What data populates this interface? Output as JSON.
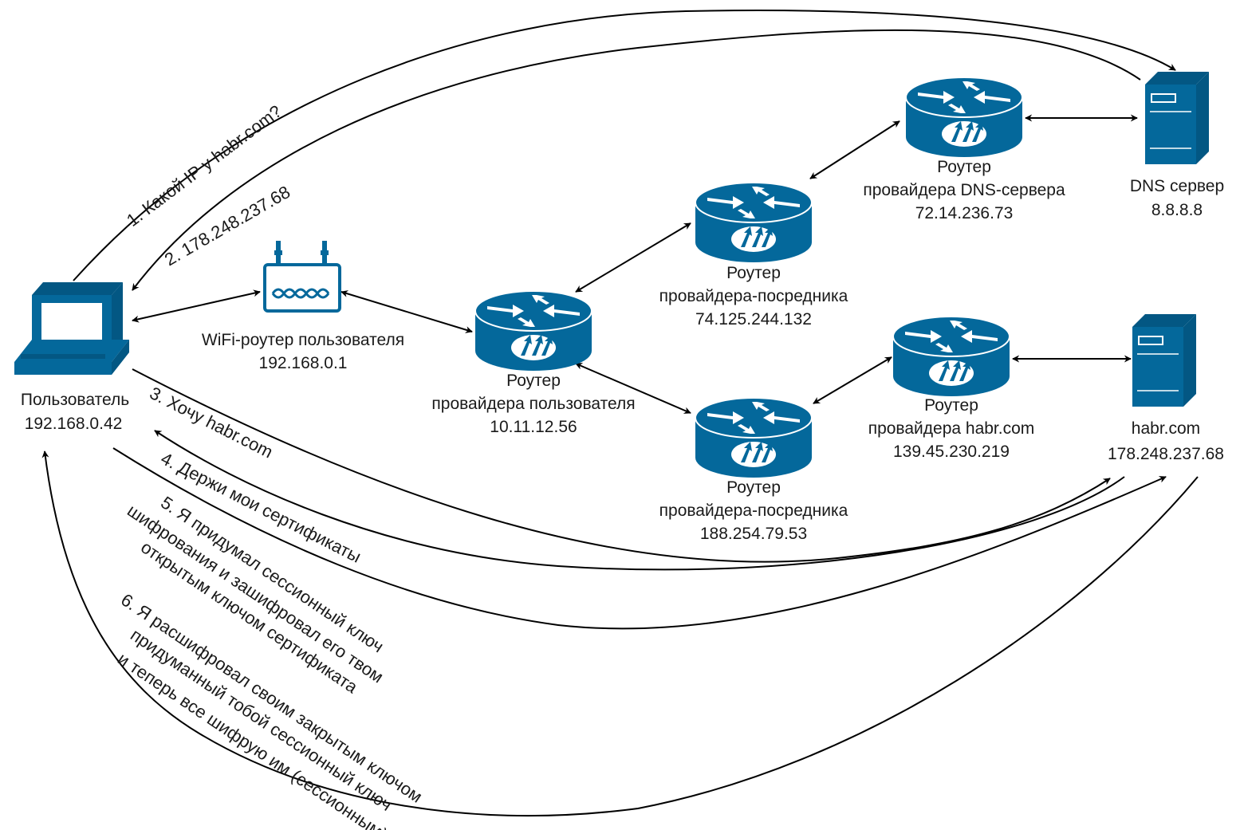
{
  "colors": {
    "device": "#04689b",
    "device_dark": "#035783",
    "line": "#000000",
    "text": "#1a1a1a"
  },
  "nodes": {
    "user": {
      "icon": "desktop-computer-icon",
      "name": "Пользователь",
      "ip": "192.168.0.42"
    },
    "wifi": {
      "icon": "wifi-router-icon",
      "name": "WiFi-роутер пользователя",
      "ip": "192.168.0.1"
    },
    "isp_user": {
      "icon": "router-icon",
      "line1": "Роутер",
      "line2": "провайдера пользователя",
      "ip": "10.11.12.56"
    },
    "transit1": {
      "icon": "router-icon",
      "line1": "Роутер",
      "line2": "провайдера-посредника",
      "ip": "74.125.244.132"
    },
    "transit2": {
      "icon": "router-icon",
      "line1": "Роутер",
      "line2": "провайдера-посредника",
      "ip": "188.254.79.53"
    },
    "isp_dns": {
      "icon": "router-icon",
      "line1": "Роутер",
      "line2": "провайдера DNS-сервера",
      "ip": "72.14.236.73"
    },
    "isp_habr": {
      "icon": "router-icon",
      "line1": "Роутер",
      "line2": "провайдера habr.com",
      "ip": "139.45.230.219"
    },
    "dns": {
      "icon": "server-tower-icon",
      "name": "DNS сервер",
      "ip": "8.8.8.8"
    },
    "habr": {
      "icon": "server-tower-icon",
      "name": "habr.com",
      "ip": "178.248.237.68"
    }
  },
  "messages": {
    "m1": "1. Какой IP у habr.com?",
    "m2": "2. 178.248.237.68",
    "m3": "3. Хочу habr.com",
    "m4": "4. Держи мои сертификаты",
    "m5": [
      "5. Я придумал сессионный ключ",
      "шифрования и зашифровал его твом",
      "открытым ключом сертификата"
    ],
    "m6": [
      "6. Я расшифровал своим закрытым ключом",
      "придуманный тобой сессионный ключ",
      "и теперь все шифрую им (сессионным)"
    ]
  }
}
